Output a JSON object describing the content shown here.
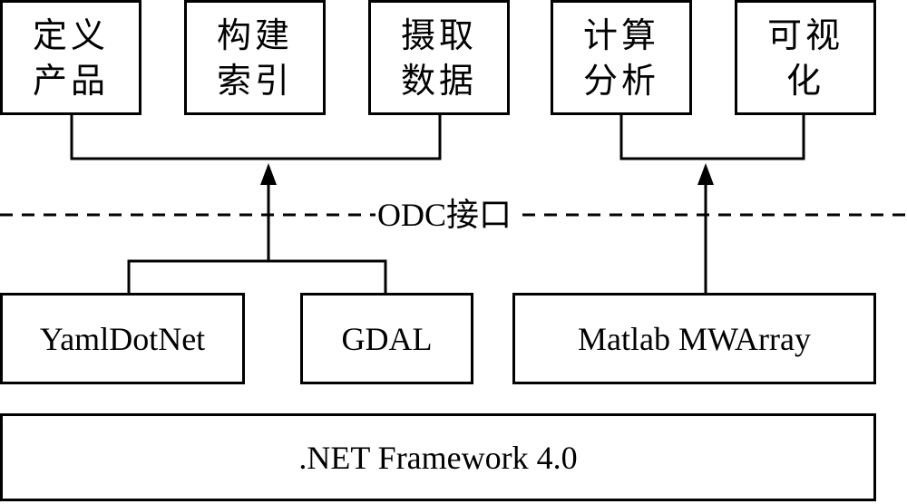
{
  "top_modules": [
    {
      "label": "定义\n产品"
    },
    {
      "label": "构建\n索引"
    },
    {
      "label": "摄取\n数据"
    },
    {
      "label": "计算\n分析"
    },
    {
      "label": "可视\n化"
    }
  ],
  "interface_label": "ODC接口",
  "libraries": [
    {
      "label": "YamlDotNet"
    },
    {
      "label": "GDAL"
    },
    {
      "label": "Matlab MWArray"
    }
  ],
  "framework": {
    "label": ".NET Framework 4.0"
  }
}
